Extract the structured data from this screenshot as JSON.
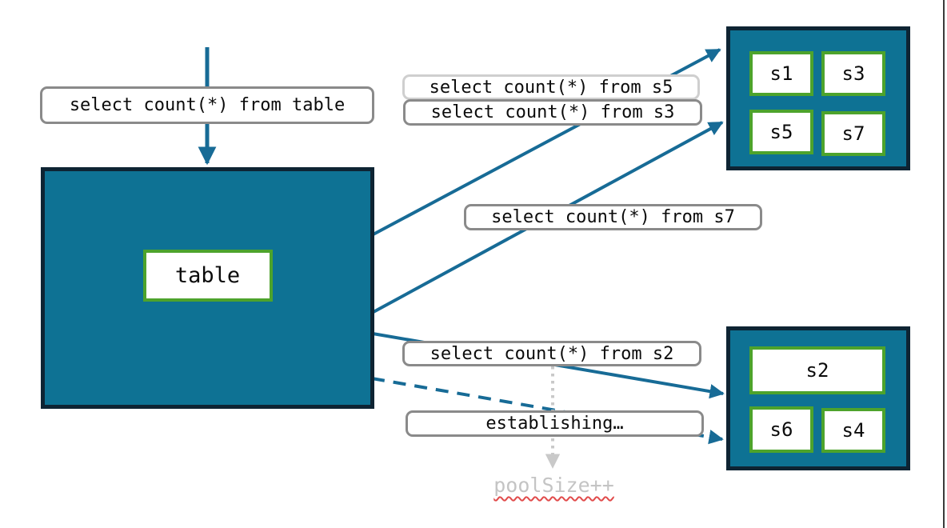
{
  "colors": {
    "teal": "#0E7294",
    "navy": "#0E2433",
    "green": "#4DA32C",
    "arrow": "#176B96",
    "pill_bg": "#FFFFFF",
    "pill_border": "#8A8A8A",
    "pill_border_light": "#CFCFCF",
    "dotted_arrow": "#C9C9C9",
    "ghost_text": "#C4C4C4",
    "squiggle": "#E14B4B"
  },
  "pills": {
    "query_table": "select count(*) from table",
    "query_s5": "select count(*) from s5",
    "query_s3": "select count(*) from s3",
    "query_s7": "select count(*) from s7",
    "query_s2": "select count(*) from s2",
    "establishing": "establishing…"
  },
  "ghost_label": "poolSize++",
  "table_node": {
    "label": "table"
  },
  "shard_group_top": {
    "shards": [
      "s1",
      "s3",
      "s5",
      "s7"
    ]
  },
  "shard_group_bottom": {
    "wide_shard": "s2",
    "shards": [
      "s6",
      "s4"
    ]
  }
}
